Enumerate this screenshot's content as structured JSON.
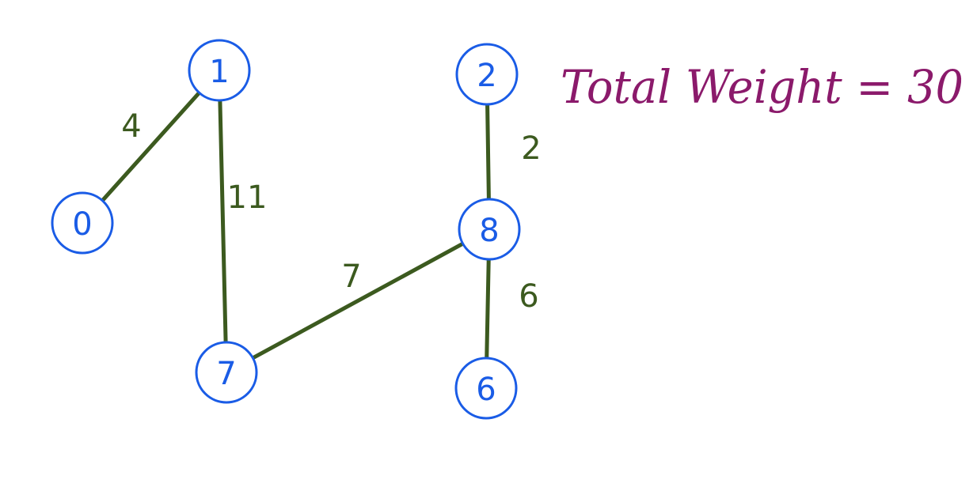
{
  "graph": {
    "nodes": [
      {
        "id": "0",
        "label": "0"
      },
      {
        "id": "1",
        "label": "1"
      },
      {
        "id": "2",
        "label": "2"
      },
      {
        "id": "7",
        "label": "7"
      },
      {
        "id": "8",
        "label": "8"
      },
      {
        "id": "6",
        "label": "6"
      }
    ],
    "edges": [
      {
        "from": "0",
        "to": "1",
        "weight": "4"
      },
      {
        "from": "1",
        "to": "7",
        "weight": "11"
      },
      {
        "from": "7",
        "to": "8",
        "weight": "7"
      },
      {
        "from": "2",
        "to": "8",
        "weight": "2"
      },
      {
        "from": "8",
        "to": "6",
        "weight": "6"
      }
    ]
  },
  "total_weight_text": "Total Weight = 30",
  "colors": {
    "node": "#1a5ce6",
    "edge": "#3c5a1f",
    "total": "#8b1a6b"
  }
}
